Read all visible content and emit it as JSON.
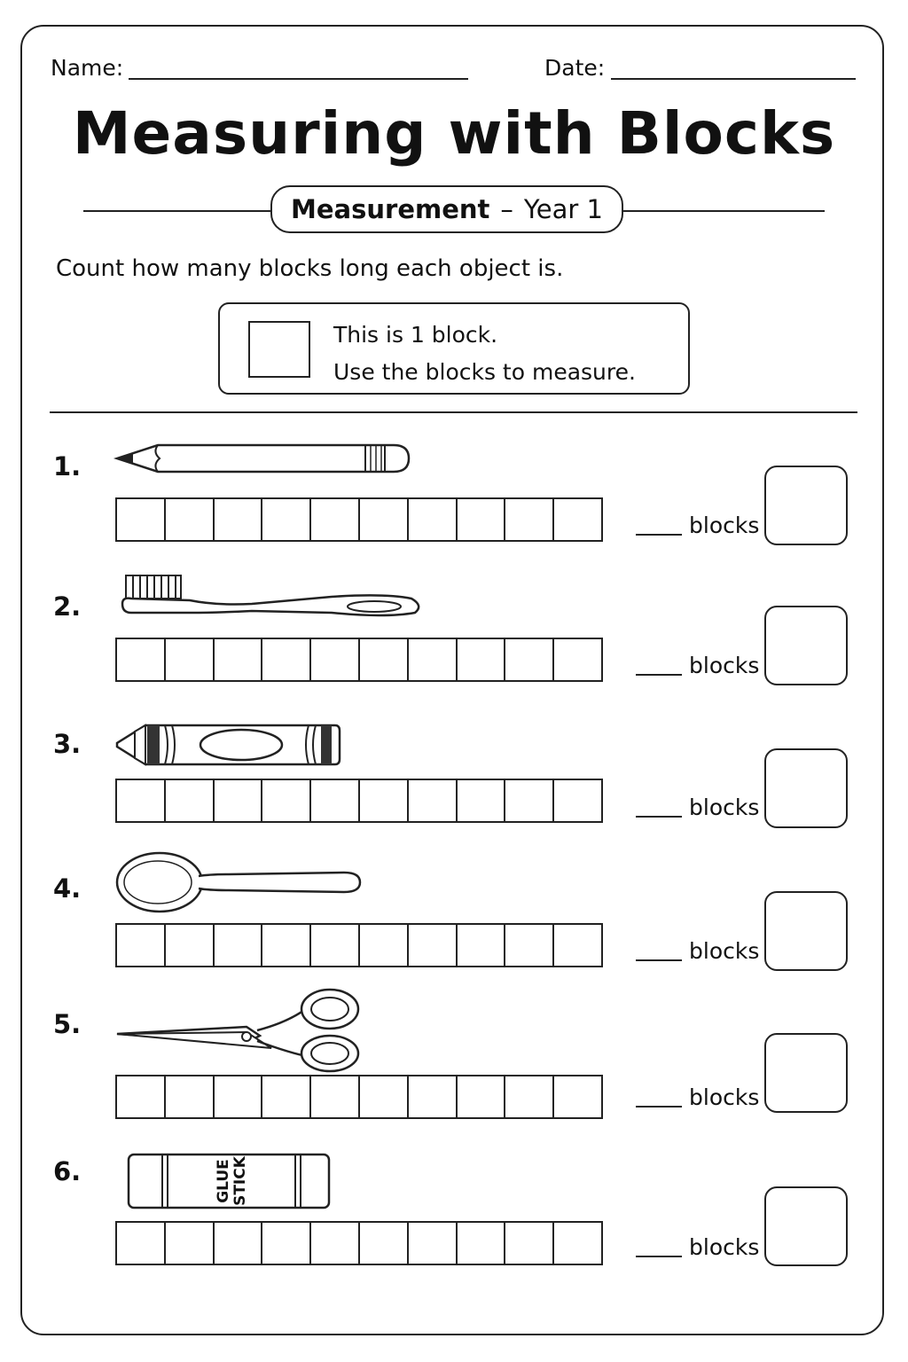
{
  "header": {
    "name_label": "Name:",
    "date_label": "Date:"
  },
  "title": "Measuring with Blocks",
  "subtitle": {
    "topic": "Measurement",
    "separator": "–",
    "level": "Year 1"
  },
  "instruction": "Count how many blocks long each object is.",
  "key": {
    "line1": "This is 1 block.",
    "line2": "Use the blocks to measure."
  },
  "unit_label": "blocks",
  "items": [
    {
      "number": "1.",
      "object": "pencil-icon"
    },
    {
      "number": "2.",
      "object": "toothbrush-icon"
    },
    {
      "number": "3.",
      "object": "crayon-icon"
    },
    {
      "number": "4.",
      "object": "spoon-icon"
    },
    {
      "number": "5.",
      "object": "scissors-icon"
    },
    {
      "number": "6.",
      "object": "glue-stick-icon",
      "text": [
        "GLUE",
        "STICK"
      ]
    }
  ],
  "blocks_per_strip": 10
}
